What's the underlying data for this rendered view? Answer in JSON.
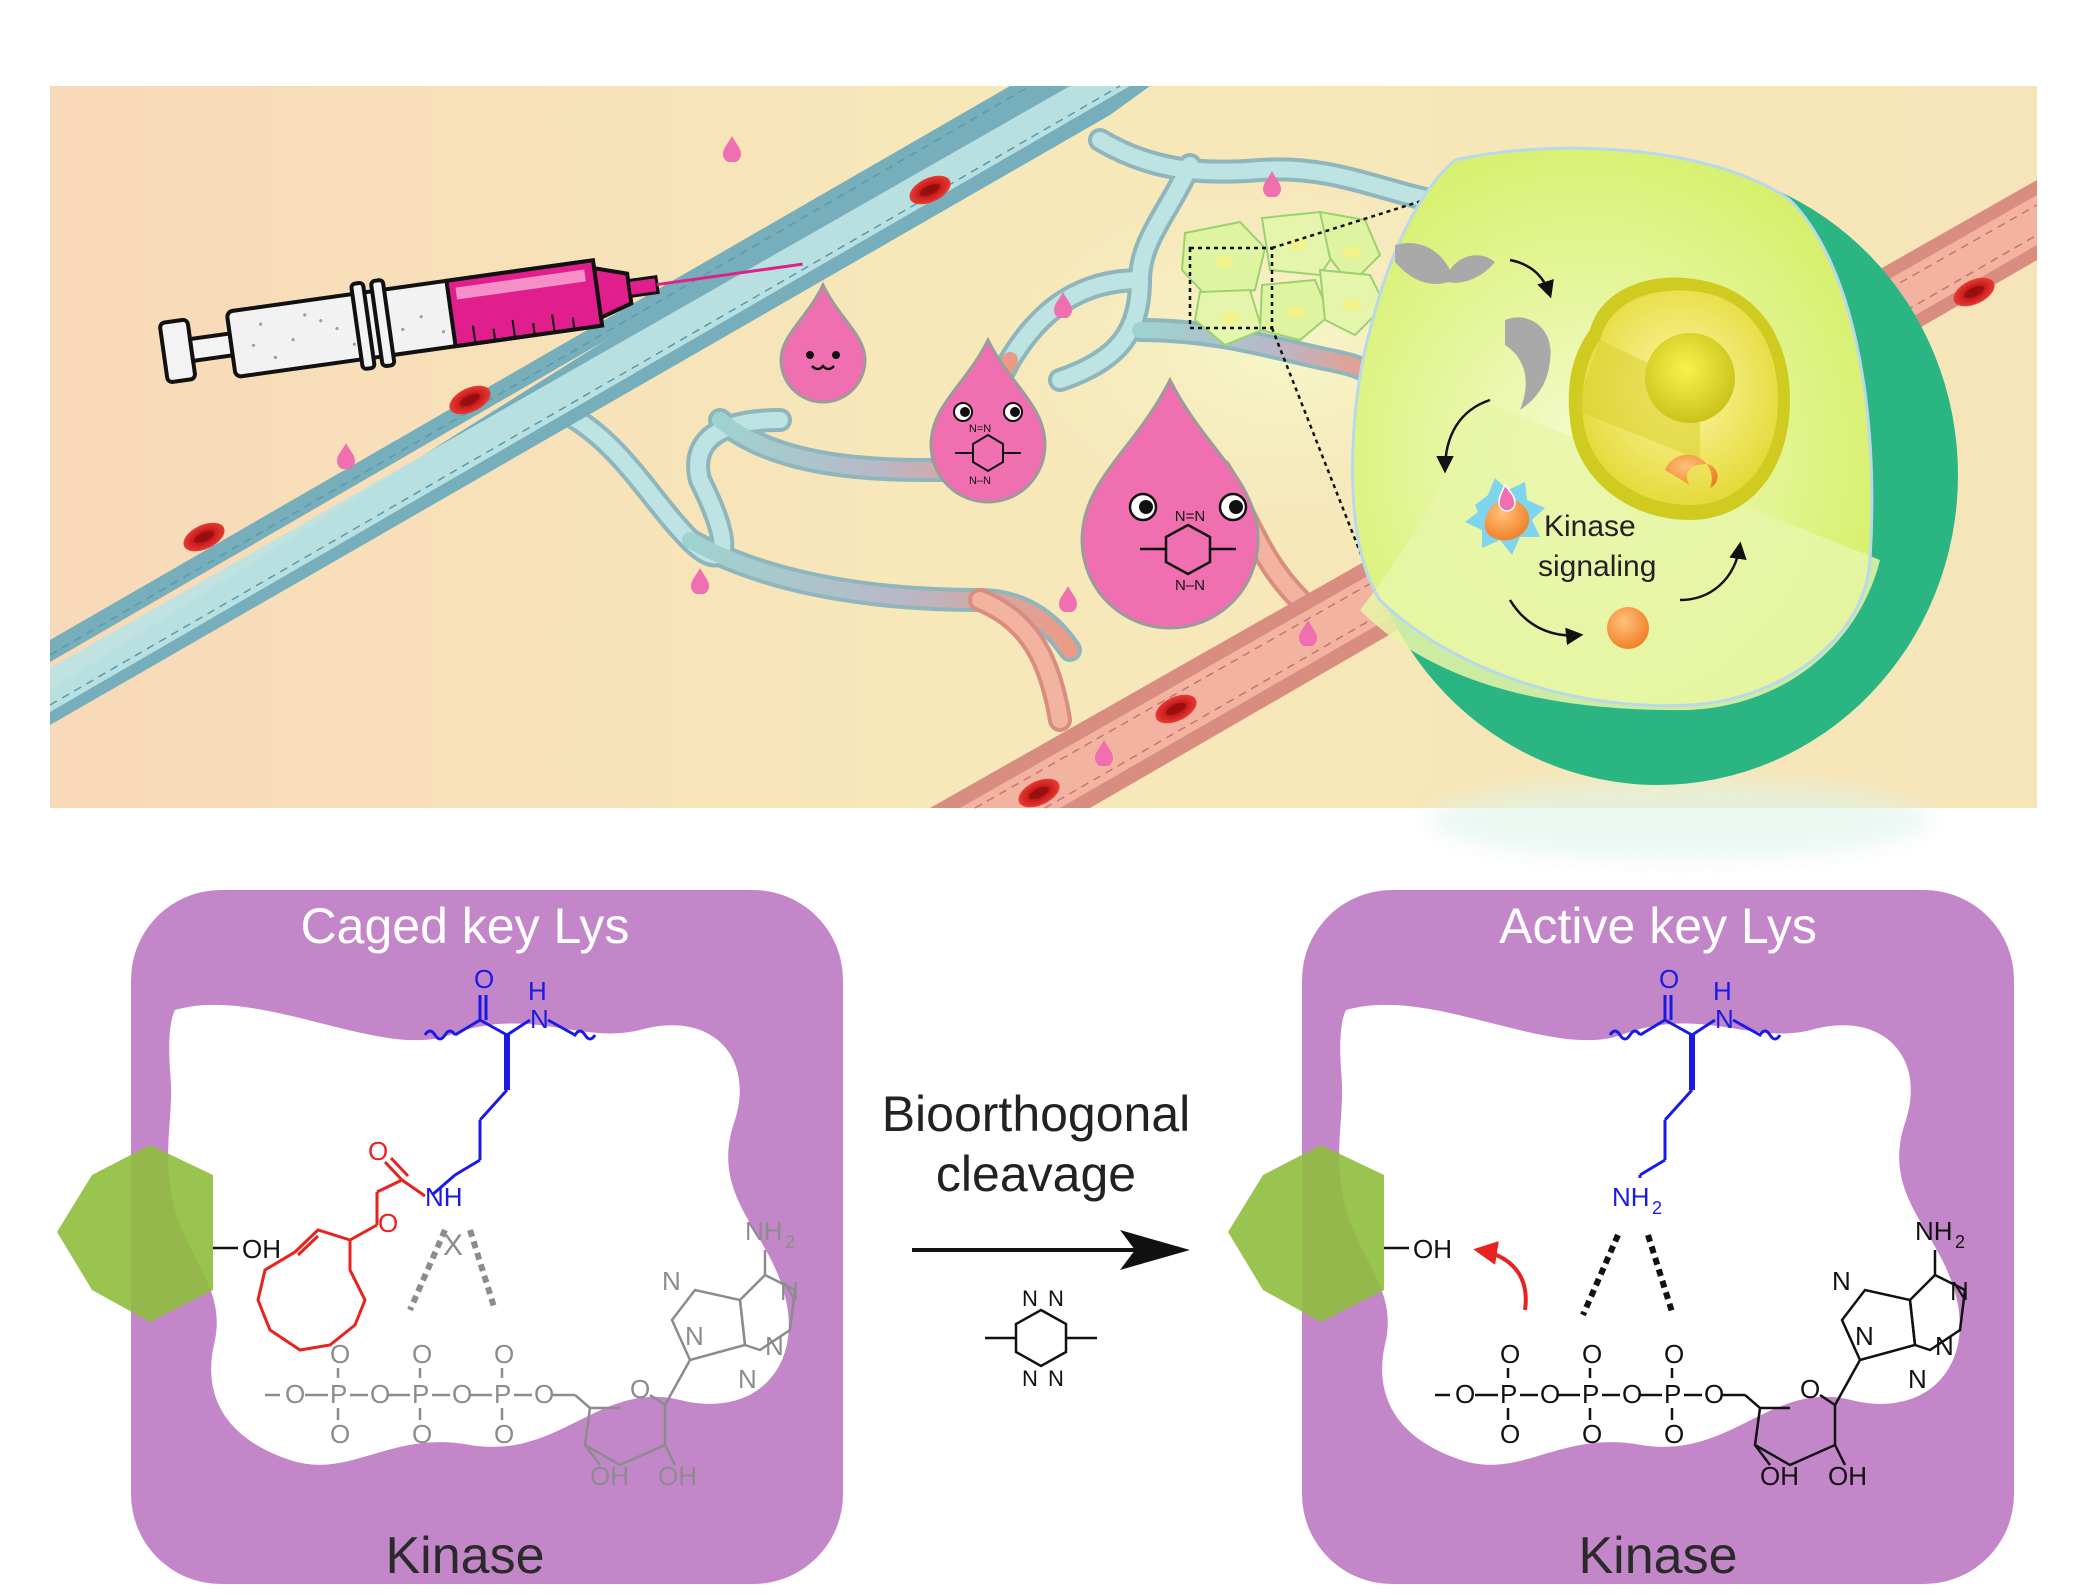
{
  "scene": {
    "kinase_signaling_line1": "Kinase",
    "kinase_signaling_line2": "signaling"
  },
  "left_panel": {
    "title": "Caged key Lys",
    "footer": "Kinase"
  },
  "right_panel": {
    "title": "Active key Lys",
    "footer": "Kinase"
  },
  "reaction": {
    "label_line1": "Bioorthogonal",
    "label_line2": "cleavage"
  },
  "chem_labels": {
    "O": "O",
    "H": "H",
    "N": "N",
    "NH": "NH",
    "NH2": "NH",
    "NH2_sub": "2",
    "OH": "OH",
    "P": "P",
    "X": "X"
  },
  "colors": {
    "background_scene": "#f6e6b5",
    "vessel_blue": "#bde3e2",
    "vessel_red": "#f2b3a0",
    "droplet_pink": "#ef6fb0",
    "syringe_magenta": "#e01e8c",
    "cell_outer": "#2bb582",
    "cell_inner": "#dff56b",
    "nucleus": "#e8e84a",
    "panel_purple": "#c387c9",
    "hexagon_green": "#8fbe3d",
    "lys_blue": "#1a1ae6",
    "cage_red": "#e8221e",
    "atp_grey": "#8c8c8c"
  }
}
